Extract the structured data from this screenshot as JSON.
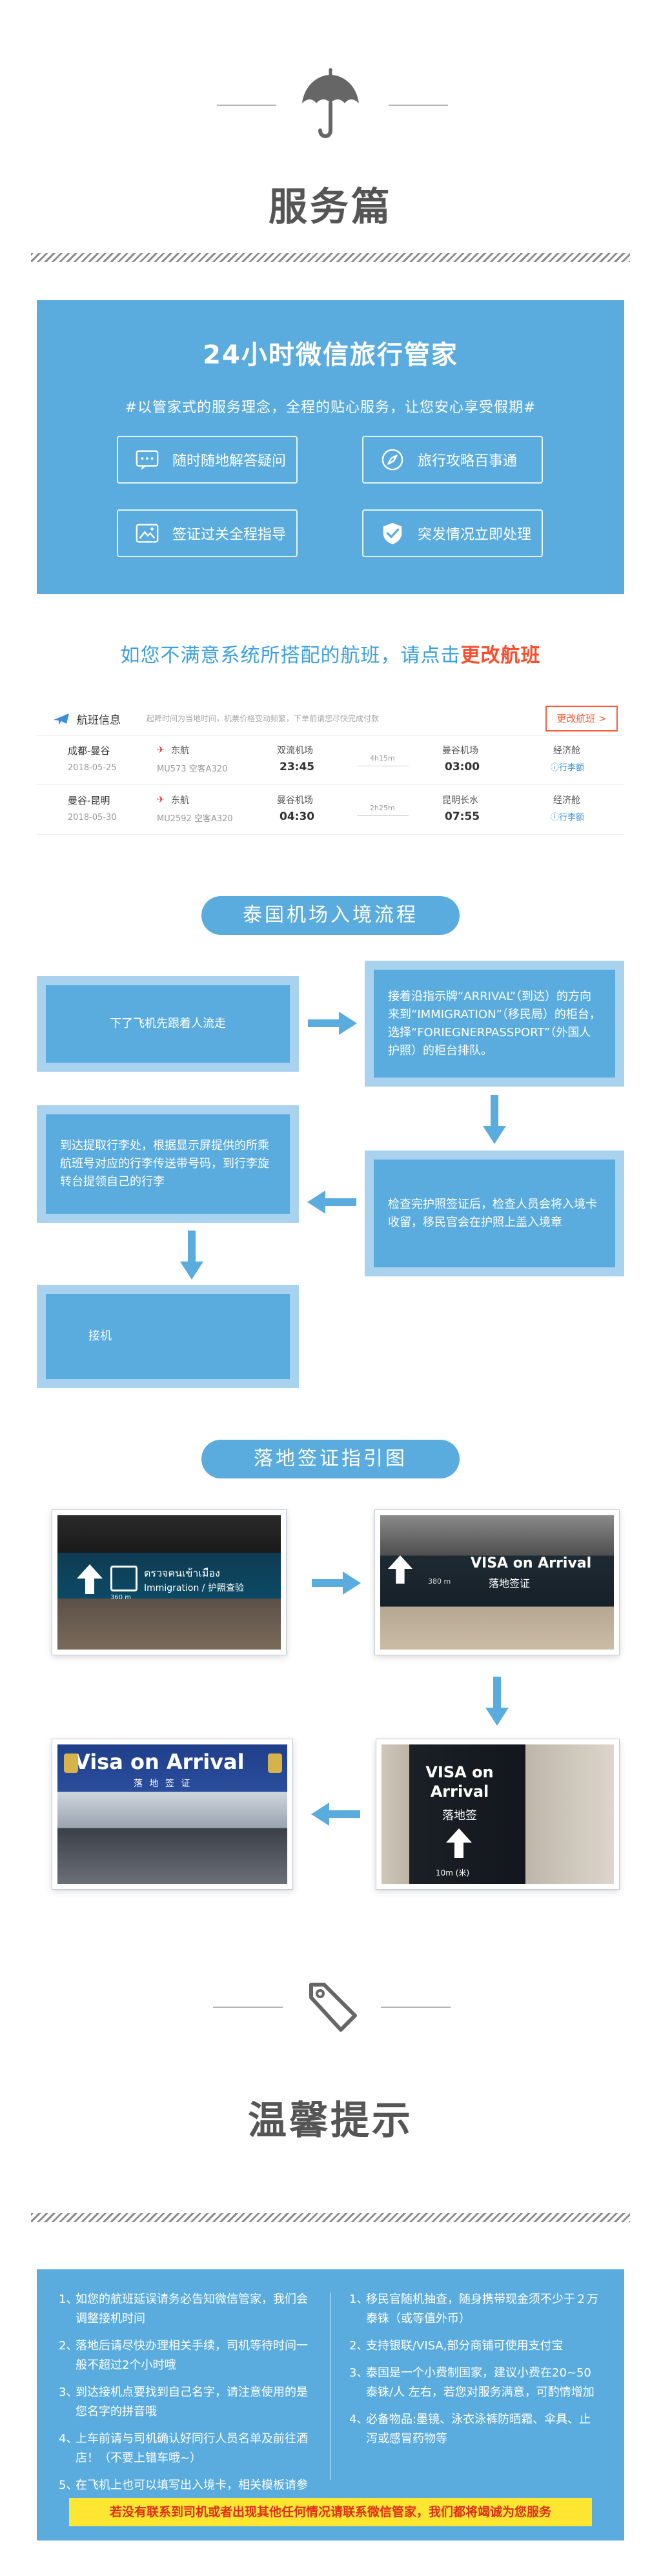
{
  "service": {
    "title": "服务篇"
  },
  "butler": {
    "title": "24小时微信旅行管家",
    "subtitle": "#以管家式的服务理念，全程的贴心服务，让您安心享受假期#",
    "features": [
      {
        "label": "随时随地解答疑问",
        "icon": "chat-icon"
      },
      {
        "label": "旅行攻略百事通",
        "icon": "compass-icon"
      },
      {
        "label": "签证过关全程指导",
        "icon": "passport-icon"
      },
      {
        "label": "突发情况立即处理",
        "icon": "shield-check-icon"
      }
    ]
  },
  "change_flight": {
    "prefix": "如您不满意系统所搭配的航班，请点击",
    "link": "更改航班"
  },
  "flight_card": {
    "label": "航班信息",
    "hint": "起降时间为当地时间，机票价格变动频繁，下单前请您尽快完成付款",
    "change_button": "更改航班 >",
    "rows": [
      {
        "route": "成都-曼谷",
        "date": "2018-05-25",
        "airline": "东航",
        "flight": "MU573 空客A320",
        "dep_airport": "双流机场",
        "dep_time": "23:45",
        "duration": "4h15m",
        "arr_airport": "曼谷机场",
        "arr_time": "03:00",
        "cabin": "经济舱",
        "baggage": "行李额"
      },
      {
        "route": "曼谷-昆明",
        "date": "2018-05-30",
        "airline": "东航",
        "flight": "MU2592 空客A320",
        "dep_airport": "曼谷机场",
        "dep_time": "04:30",
        "duration": "2h25m",
        "arr_airport": "昆明长水",
        "arr_time": "07:55",
        "cabin": "经济舱",
        "baggage": "行李额"
      }
    ]
  },
  "entry_flow": {
    "title": "泰国机场入境流程",
    "steps": [
      "下了飞机先跟着人流走",
      "接着沿指示牌“ARRIVAL”（到达）的方向来到“IMMIGRATION”（移民局）的柜台，选择“FORIEGNERPASSPORT”（外国人护照）的柜台排队。",
      "检查完护照签证后，检查人员会将入境卡收留，移民官会在护照上盖入境章",
      "到达提取行李处，根据显示屏提供的所乘航班号对应的行李传送带号码，到行李旋转台提领自己的行李",
      "接机"
    ]
  },
  "visa_guide": {
    "title": "落地签证指引图",
    "photos": [
      {
        "sign_thai": "ตรวจคนเข้าเมือง",
        "sign_en": "Immigration / 护照查验",
        "sign_small": "360 m"
      },
      {
        "sign_en": "VISA on Arrival",
        "sign_cn": "落地签证",
        "sign_small": "380 m"
      },
      {
        "sign_en": "VISA on Arrival",
        "sign_cn": "落地签",
        "sign_small": "10m (米)"
      },
      {
        "sign_en": "Visa on Arrival",
        "sign_cn": "落 地 签 证"
      }
    ]
  },
  "tips": {
    "title": "温馨提示",
    "left": [
      "如您的航班延误请务必告知微信管家，我们会调整接机时间",
      "落地后请尽快办理相关手续，司机等待时间一般不超过2个小时哦",
      "到达接机点要找到自己名字，请注意使用的是您名字的拼音哦",
      "上车前请与司机确认好同行人员名单及前往酒店！（不要上错车哦~）",
      "在飞机上也可以填写出入境卡，相关模板请参考我们给您发送的出台通知书哦"
    ],
    "right": [
      "移民官随机抽查，随身携带现金须不少于２万泰铢（或等值外币）",
      "支持银联/VISA,部分商铺可使用支付宝",
      "泰国是一个小费制国家，建议小费在20~50泰铢/人 左右，若您对服务满意，可酌情增加",
      "必备物品:墨镜、泳衣泳裤防晒霜、伞具、止泻或感冒药物等"
    ],
    "notice": "若没有联系到司机或者出现其他任何情况请联系微信管家，我们都将竭诚为您服务"
  },
  "colors": {
    "primary_blue": "#5aacdf",
    "light_blue_border": "#a9d2ef",
    "accent_red": "#ff4c2b",
    "notice_yellow": "#ffe631"
  }
}
